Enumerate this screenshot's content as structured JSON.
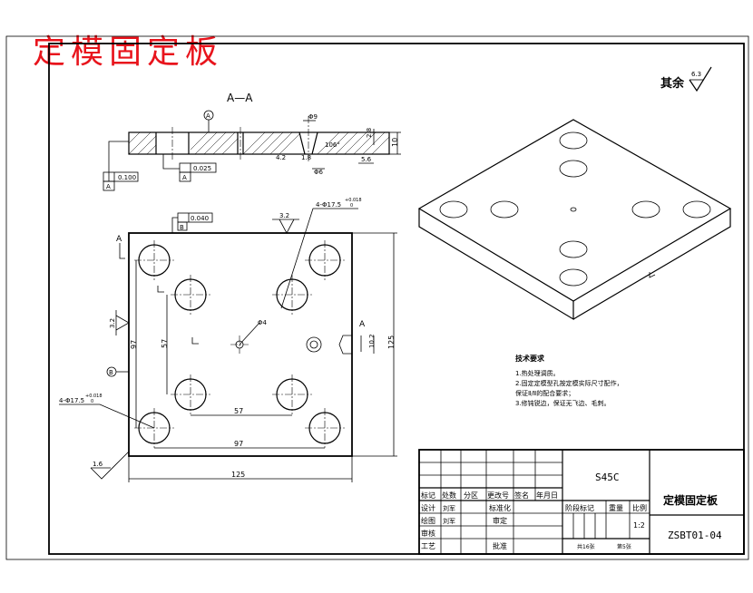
{
  "title": "定模固定板",
  "section": {
    "label": "A—A",
    "datum": "A"
  },
  "roughness": {
    "label": "其余",
    "value": "6.3",
    "face_side": "3.2",
    "face_top": "3.2",
    "bottom_left": "1.6"
  },
  "tolerances": {
    "flatness": {
      "value": "0.100",
      "datum": "A"
    },
    "perpendicular": {
      "value": "0.025",
      "datum": "A"
    },
    "parallel": {
      "value": "0.040",
      "datum": "B"
    },
    "datum_b": "B"
  },
  "section_dims": {
    "d1": "Φ9",
    "d2": "Φ6",
    "angle": "106°",
    "chamfer": "1.8",
    "r1": "4.2",
    "t1": "2.8",
    "t2": "5.6",
    "thk": "10"
  },
  "plan_dims": {
    "hole_top": "4-Φ17.5",
    "hole_top_tol": "+0.018",
    "hole_top_tol_low": "0",
    "hole_bottom": "4-Φ17.5",
    "hole_bottom_tol": "+0.018",
    "hole_bottom_tol_low": "0",
    "center_hole": "Φ4",
    "inner_spacing_h": "57",
    "inner_spacing_v": "57",
    "outer_spacing_h": "97",
    "outer_spacing_v": "97",
    "overall_w": "125",
    "overall_h": "125",
    "slot": "10.2",
    "view_a": "A"
  },
  "tech_notes": {
    "heading": "技术要求",
    "items": [
      "1.热处理调质。",
      "2.固定定模型孔按定模实际尺寸配作，",
      "   保证Ⅱ/Ⅱ的配合要求；",
      "3.修钝锐边，保证无飞边、毛刺。"
    ]
  },
  "title_block": {
    "material": "S45C",
    "part_name": "定模固定板",
    "drawing_no": "ZSBT01-04",
    "scale_label": "比例",
    "scale": "1:2",
    "weight_label": "重量",
    "stage_label": "阶段标记",
    "rev_headers": [
      "标记",
      "处数",
      "分区",
      "更改号",
      "签名",
      "年月日"
    ],
    "rows": [
      {
        "role": "设计",
        "name": "刘军",
        "extra": "标准化"
      },
      {
        "role": "绘图",
        "name": "刘军",
        "extra": "审定"
      },
      {
        "role": "审核",
        "name": "",
        "extra": ""
      },
      {
        "role": "工艺",
        "name": "",
        "extra": "批准"
      }
    ],
    "sheets_total": "共16张",
    "sheet_no": "第5张"
  }
}
